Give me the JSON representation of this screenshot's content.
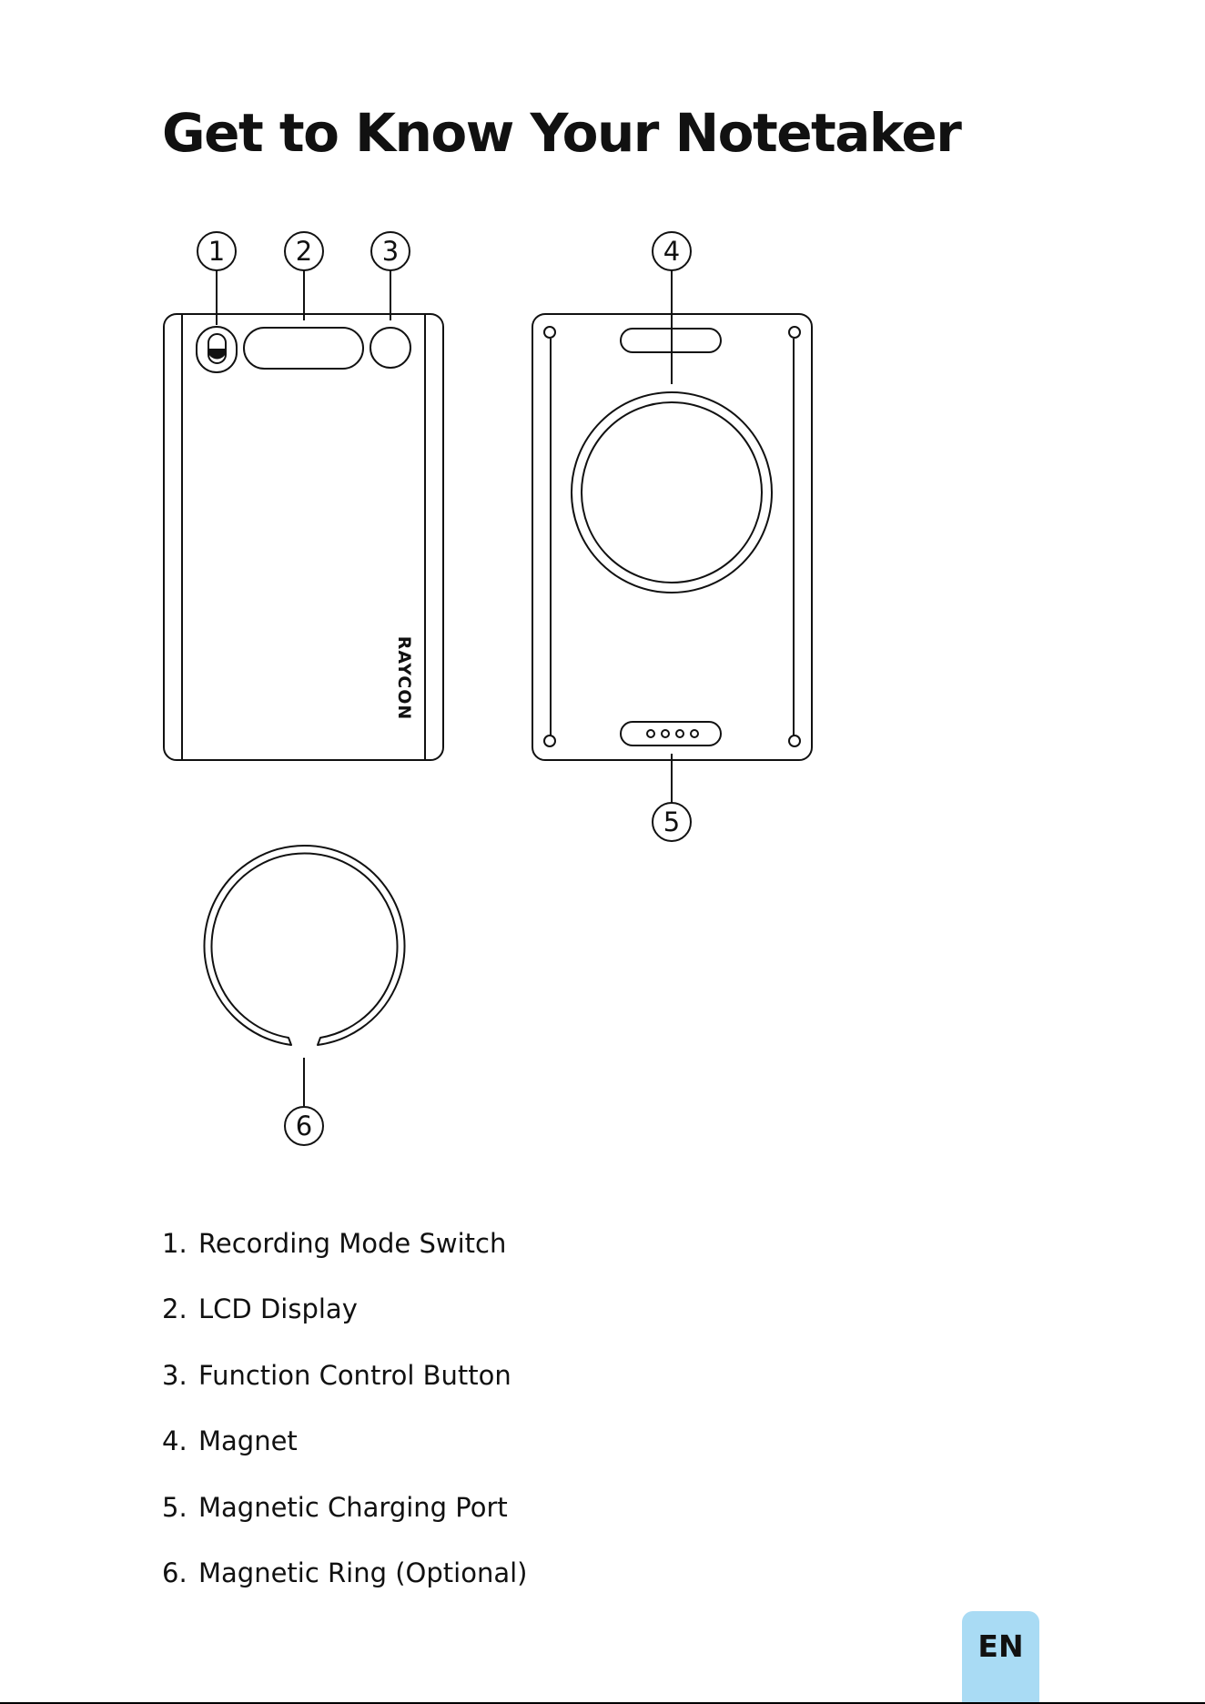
{
  "page": {
    "title": "Get to Know Your Notetaker",
    "language_tab": "EN"
  },
  "device_front": {
    "brand_text": "RAYCON"
  },
  "callouts": [
    "1",
    "2",
    "3",
    "4",
    "5",
    "6"
  ],
  "parts": [
    {
      "number": "1.",
      "label": "Recording Mode Switch"
    },
    {
      "number": "2.",
      "label": "LCD Display"
    },
    {
      "number": "3.",
      "label": "Function Control Button"
    },
    {
      "number": "4.",
      "label": "Magnet"
    },
    {
      "number": "5.",
      "label": "Magnetic Charging Port"
    },
    {
      "number": "6.",
      "label": "Magnetic Ring (Optional)"
    }
  ],
  "colors": {
    "line": "#111111",
    "tab": "#a9dbf4"
  }
}
